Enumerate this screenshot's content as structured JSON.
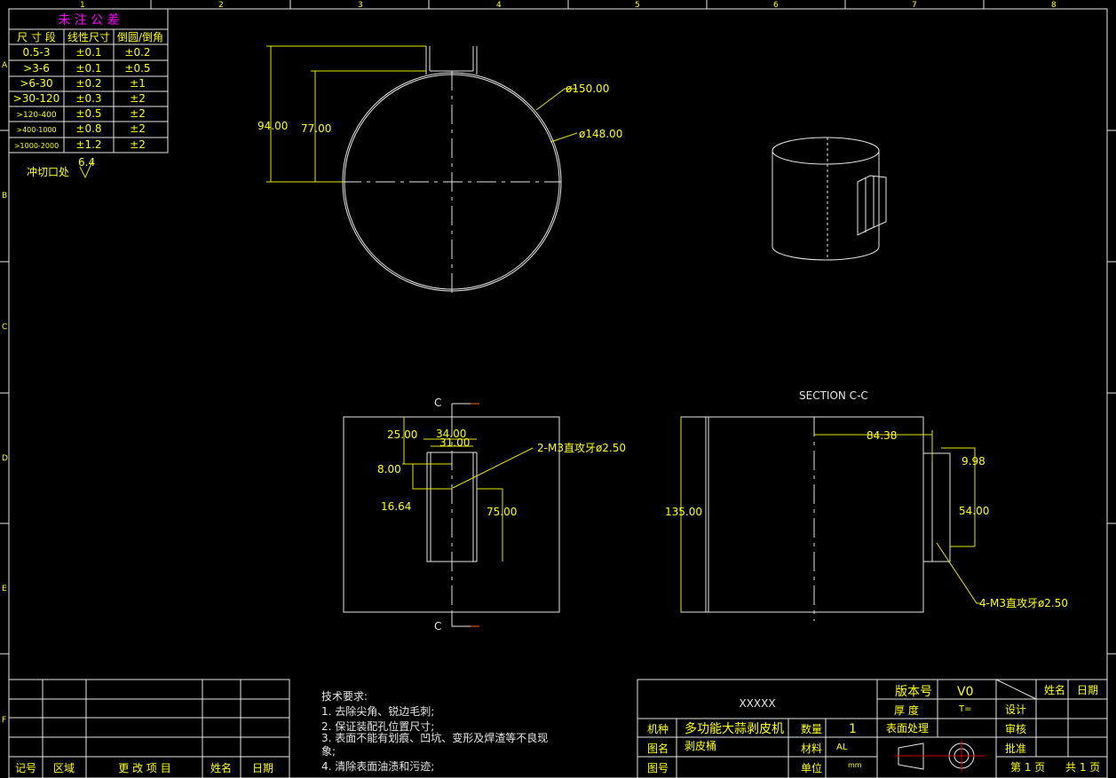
{
  "grid": {
    "cols": [
      "1",
      "2",
      "3",
      "4",
      "5",
      "6",
      "7",
      "8"
    ],
    "rows": [
      "A",
      "B",
      "C",
      "D",
      "E",
      "F"
    ]
  },
  "tolerance": {
    "title": "未 注 公 差",
    "headers": [
      "尺 寸 段",
      "线性尺寸",
      "倒圆/倒角"
    ],
    "rows": [
      [
        "0.5-3",
        "±0.1",
        "±0.2"
      ],
      [
        ">3-6",
        "±0.1",
        "±0.5"
      ],
      [
        ">6-30",
        "±0.2",
        "±1"
      ],
      [
        ">30-120",
        "±0.3",
        "±2"
      ],
      [
        ">120-400",
        "±0.5",
        "±2"
      ],
      [
        ">400-1000",
        "±0.8",
        "±2"
      ],
      [
        ">1000-2000",
        "±1.2",
        "±2"
      ]
    ],
    "note": "冲切口处",
    "roughness": "6.4"
  },
  "top_view": {
    "d_outer": "ø150.00",
    "d_inner": "ø148.00",
    "h1": "94.00",
    "h2": "77.00"
  },
  "front_view": {
    "section_mark": "C",
    "d25": "25.00",
    "d34": "34.00",
    "d31": "31.00",
    "d8": "8.00",
    "d1664": "16.64",
    "d75": "75.00",
    "thread": "2-M3直攻牙ø2.50"
  },
  "section_view": {
    "title": "SECTION C-C",
    "d84": "84.38",
    "d998": "9.98",
    "d135": "135.00",
    "d54": "54.00",
    "thread": "4-M3直攻牙ø2.50"
  },
  "tech": {
    "title": "技术要求:",
    "items": [
      "1. 去除尖角、锐边毛刺;",
      "2. 保证装配孔位置尺寸;",
      "3. 表面不能有划痕、凹坑、变形及焊渣等不良现",
      "象;",
      "4. 清除表面油渍和污迹;"
    ]
  },
  "revision": {
    "headers": [
      "记号",
      "区域",
      "更 改 项 目",
      "姓名",
      "日期"
    ]
  },
  "title_block": {
    "company": "XXXXX",
    "version_label": "版本号",
    "version": "V0",
    "thickness_label": "厚 度",
    "thickness": "T=",
    "surface_label": "表面处理",
    "machine_label": "机种",
    "machine": "多功能大蒜剥皮机",
    "qty_label": "数量",
    "qty": "1",
    "name_label": "图名",
    "name": "剥皮桶",
    "material_label": "材料",
    "material": "AL",
    "number_label": "图号",
    "unit_label": "单位",
    "unit": "mm",
    "signer_label": "姓名",
    "date_label": "日期",
    "design": "设计",
    "review": "审核",
    "approve": "批准",
    "page": "第 1 页",
    "total": "共 1 页"
  }
}
